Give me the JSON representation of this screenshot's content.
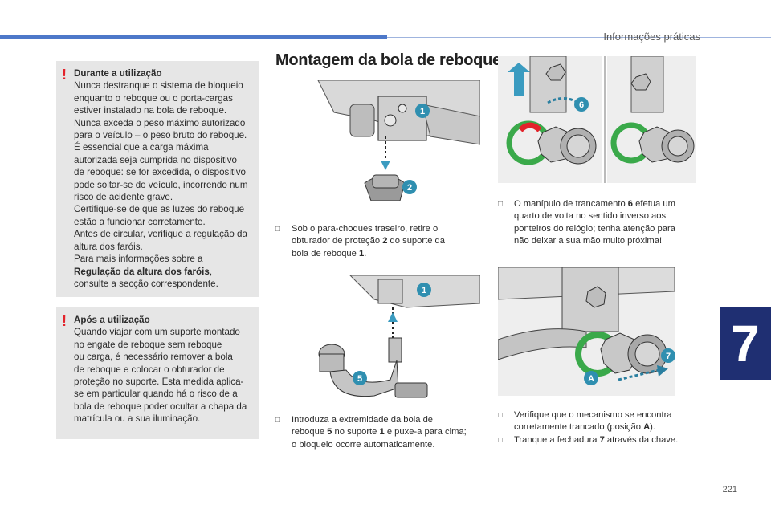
{
  "header": {
    "section": "Informações práticas",
    "page_number": "221",
    "chapter": "7"
  },
  "warning_during": {
    "title": "Durante a utilização",
    "lines": [
      "Nunca destranque o sistema de bloqueio",
      "enquanto o reboque ou o porta-cargas",
      "estiver instalado na bola de reboque.",
      "Nunca exceda o peso máximo autorizado",
      "para o veículo – o peso bruto do reboque.",
      "É essencial que a carga máxima",
      "autorizada seja cumprida no dispositivo",
      "de reboque: se for excedida, o dispositivo",
      "pode soltar-se do veículo, incorrendo num",
      "risco de acidente grave.",
      "Certifique-se de que as luzes do reboque",
      "estão a funcionar corretamente.",
      "Antes de circular, verifique a regulação da",
      "altura dos faróis.",
      "Para mais informações sobre a"
    ],
    "link": "Regulação da altura dos faróis",
    "link_suffix": ",",
    "last": "consulte a secção correspondente."
  },
  "warning_after": {
    "title": "Após a utilização",
    "lines": [
      "Quando viajar com um suporte montado",
      "no engate de reboque sem reboque",
      "ou carga, é necessário remover a bola",
      "de reboque e colocar o obturador de",
      "proteção no suporte. Esta medida aplica-",
      "se em particular quando há o risco de a",
      "bola de reboque poder ocultar a chapa da",
      "matrícula ou a sua iluminação."
    ]
  },
  "section_title": "Montagem da bola de reboque",
  "bullet_symbol": "□",
  "step1": {
    "a": "Sob o para-choques traseiro, retire o",
    "b": "obturador de proteção ",
    "n2": "2",
    "c": " do suporte da",
    "d": "bola de reboque ",
    "n1": "1",
    "e": "."
  },
  "step2": {
    "a": "Introduza a extremidade da bola de",
    "b": "reboque ",
    "n5": "5",
    "c": " no suporte ",
    "n1": "1",
    "d": " e puxe-a para cima;",
    "e": "o bloqueio ocorre automaticamente."
  },
  "step3": {
    "a": "O manípulo de trancamento ",
    "n6": "6",
    "b": " efetua um",
    "c": "quarto de volta no sentido inverso aos",
    "d": "ponteiros do relógio; tenha atenção para",
    "e": "não deixar a sua mão muito próxima!"
  },
  "step4": {
    "a": "Verifique que o mecanismo se encontra",
    "b": "corretamente trancado (posição ",
    "nA": "A",
    "c": ").",
    "d": "Tranque a fechadura ",
    "n7": "7",
    "e": " através da chave."
  },
  "figure_labels": {
    "l1": "1",
    "l2": "2",
    "l5": "5",
    "l6": "6",
    "l7": "7",
    "lA": "A"
  },
  "colors": {
    "accent_blue": "#4d78c9",
    "label_teal": "#2f8fb0",
    "arrow_teal": "#3a9bc0",
    "green": "#3aa94a",
    "red": "#e3232b",
    "tab_navy": "#1f2f72"
  }
}
